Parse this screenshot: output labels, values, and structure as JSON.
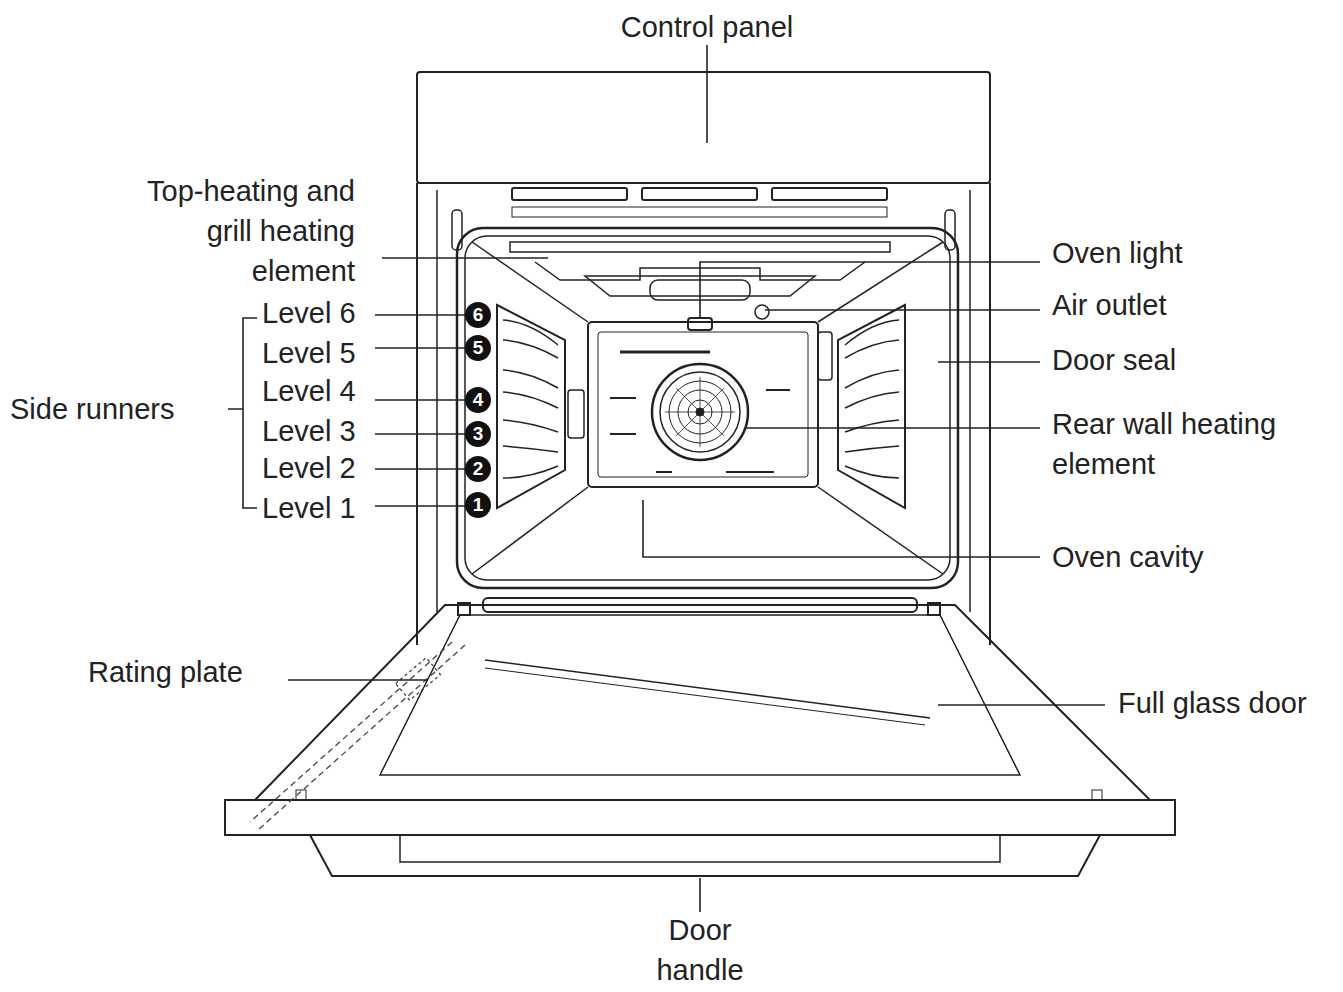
{
  "diagram": {
    "labels": [
      "Control panel",
      "Top-heating and grill heating element",
      "Level 6",
      "Level 5",
      "Level 4",
      "Level 3",
      "Level 2",
      "Level 1",
      "6",
      "5",
      "4",
      "3",
      "2",
      "1",
      "Side runners",
      "Oven light",
      "Air outlet",
      "Door seal",
      "Rear wall heating element",
      "Oven cavity",
      "Rating plate",
      "Full glass door",
      "Door handle"
    ]
  }
}
